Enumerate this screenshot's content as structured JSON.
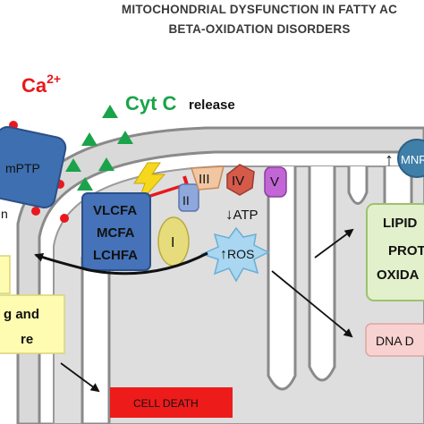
{
  "title_line1": "MITOCHONDRIAL DYSFUNCTION IN FATTY AC",
  "title_line2": "BETA-OXIDATION DISORDERS",
  "calcium": {
    "base": "Ca",
    "charge": "2+"
  },
  "cyt_c": {
    "name": "Cyt C",
    "suffix": "release"
  },
  "mptp": "mPTP",
  "left_n": "n",
  "complexes": {
    "I": "I",
    "II": "II",
    "III": "III",
    "IV": "IV",
    "V": "V"
  },
  "fatty_acids": [
    "VLCFA",
    "MCFA",
    "LCHFA"
  ],
  "atp": {
    "arrow": "↓",
    "label": "ATP"
  },
  "ros": {
    "arrow": "↑",
    "label": "ROS"
  },
  "mnr": {
    "arrow": "↑",
    "label": "MNR"
  },
  "lipid_box": [
    "LIPID",
    "PROT",
    "OXIDA"
  ],
  "dna_box": "DNA D",
  "yellow_box": [
    "g and",
    "re"
  ],
  "cell_death": "CELL DEATH",
  "colors": {
    "calcium": "#e8181e",
    "cyt_c": "#1aa34a",
    "mptp": "#3e6fb0",
    "fatty_acid_box": "#4572b8",
    "complex_I": "#e7dc7b",
    "complex_II": "#8fa8dc",
    "complex_III": "#f1c6a2",
    "complex_IV": "#d45a4a",
    "complex_V": "#c266d6",
    "ros_burst": "#a9d6f0",
    "lipid_box": "#e2f0cb",
    "dna_box": "#f7d2d0",
    "yellow_box": "#fefcb0",
    "cell_death": "#ee1b1b",
    "mnr": "#3f7fa8"
  }
}
